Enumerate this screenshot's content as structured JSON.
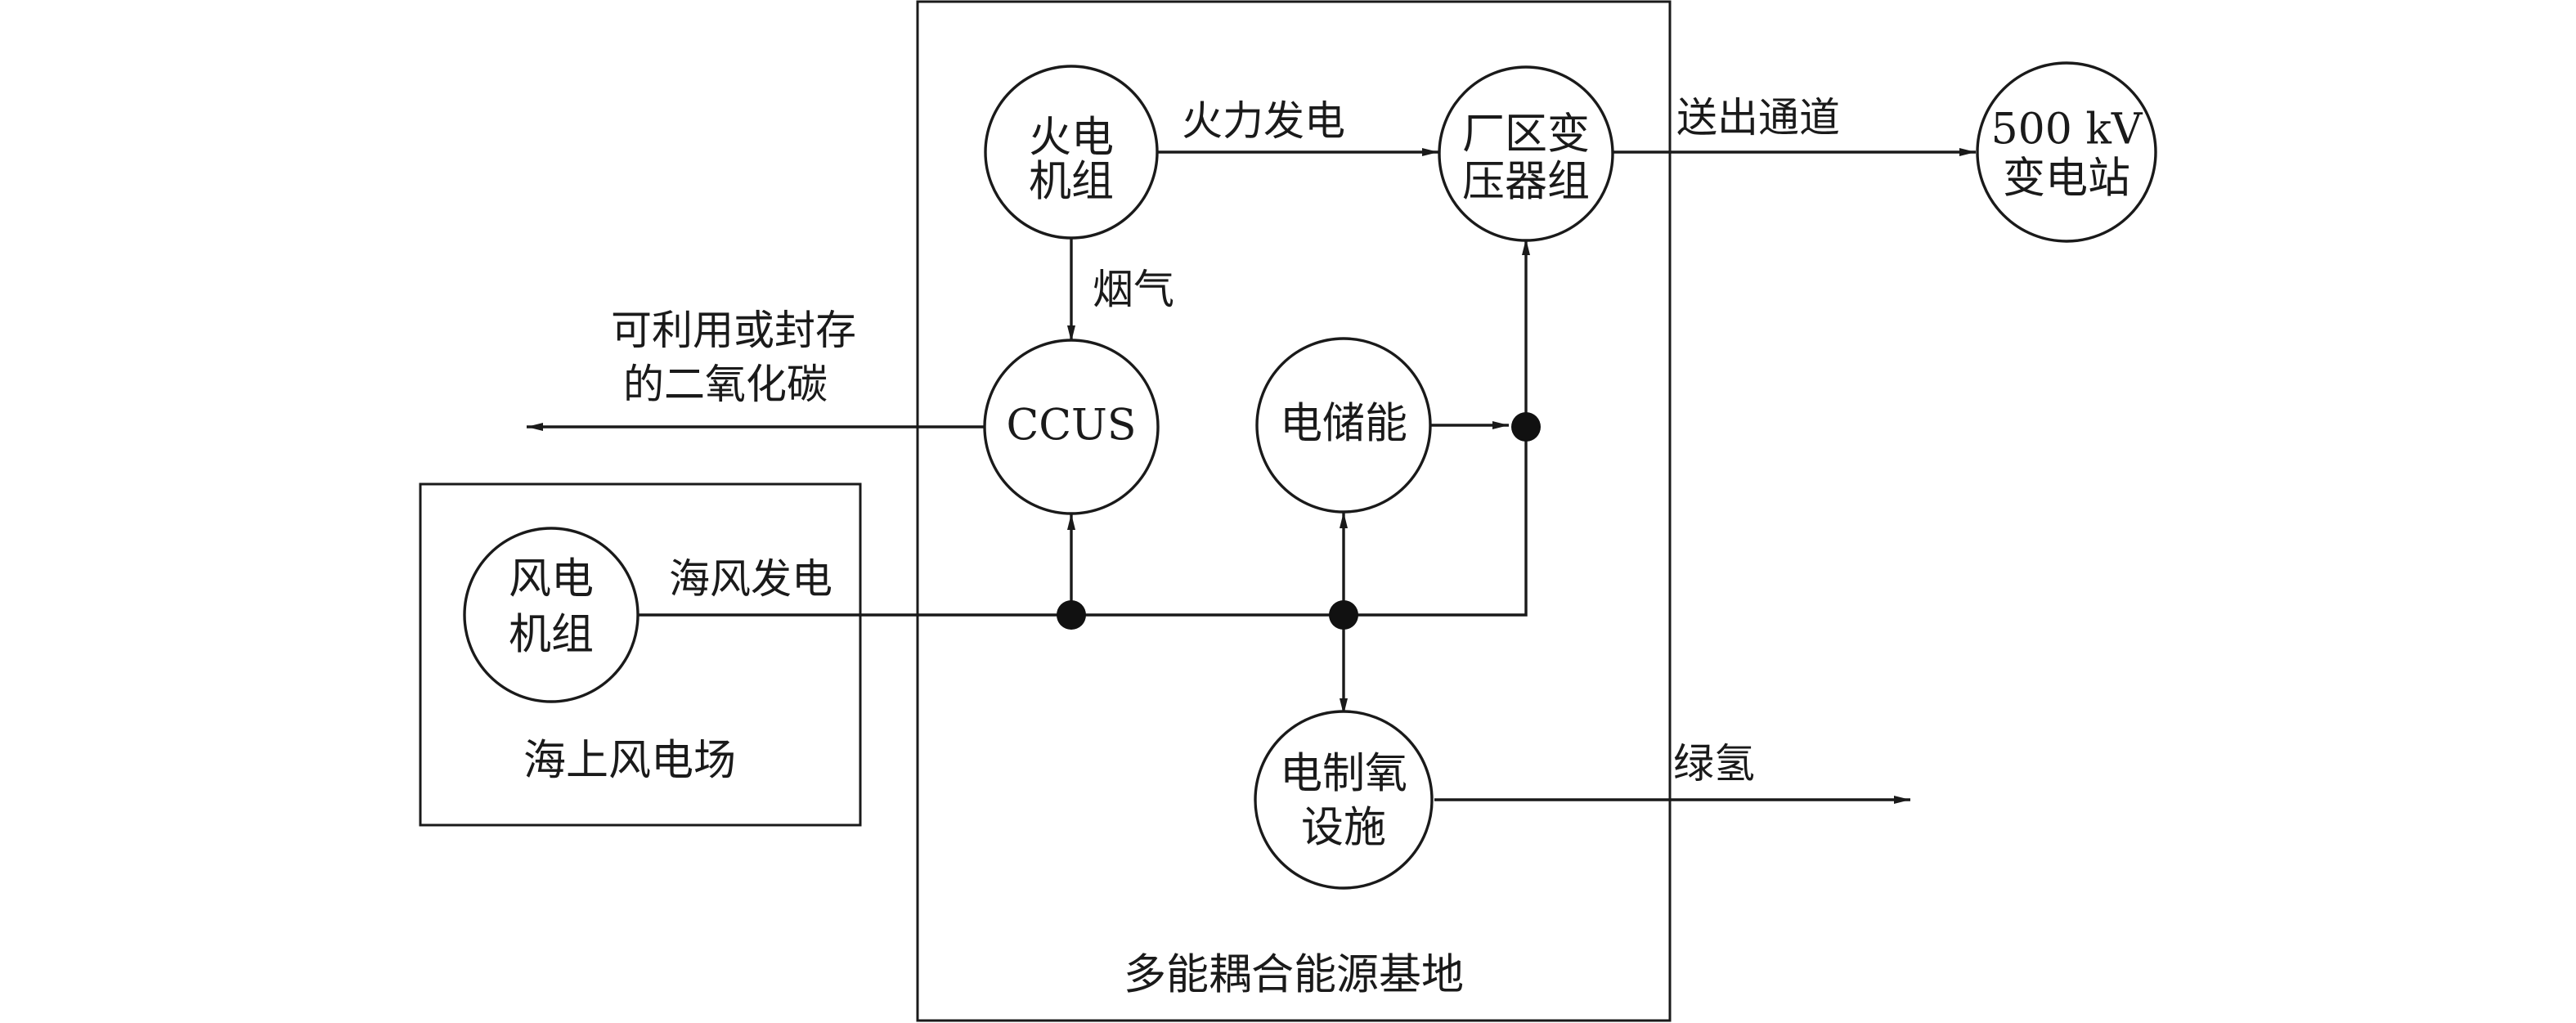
{
  "colors": {
    "line": "#1a1a1a",
    "background": "#ffffff",
    "junction": "#111111"
  },
  "frames": {
    "base": "多能耦合能源基地",
    "offshore": "海上风电场"
  },
  "nodes": {
    "thermal_unit": [
      "火电",
      "机组"
    ],
    "plant_transformer": [
      "厂区变",
      "压器组"
    ],
    "substation": [
      "500 kV",
      "变电站"
    ],
    "ccus": "CCUS",
    "storage": "电储能",
    "wind_unit": [
      "风电",
      "机组"
    ],
    "hydrogen_facility": [
      "电制氧",
      "设施"
    ]
  },
  "edges": {
    "thermal_power": "火力发电",
    "send_out_channel": "送出通道",
    "flue_gas": "烟气",
    "co2_output": [
      "可利用或封存",
      "的二氧化碳"
    ],
    "offshore_wind_power": "海风发电",
    "green_hydrogen": "绿氢"
  }
}
